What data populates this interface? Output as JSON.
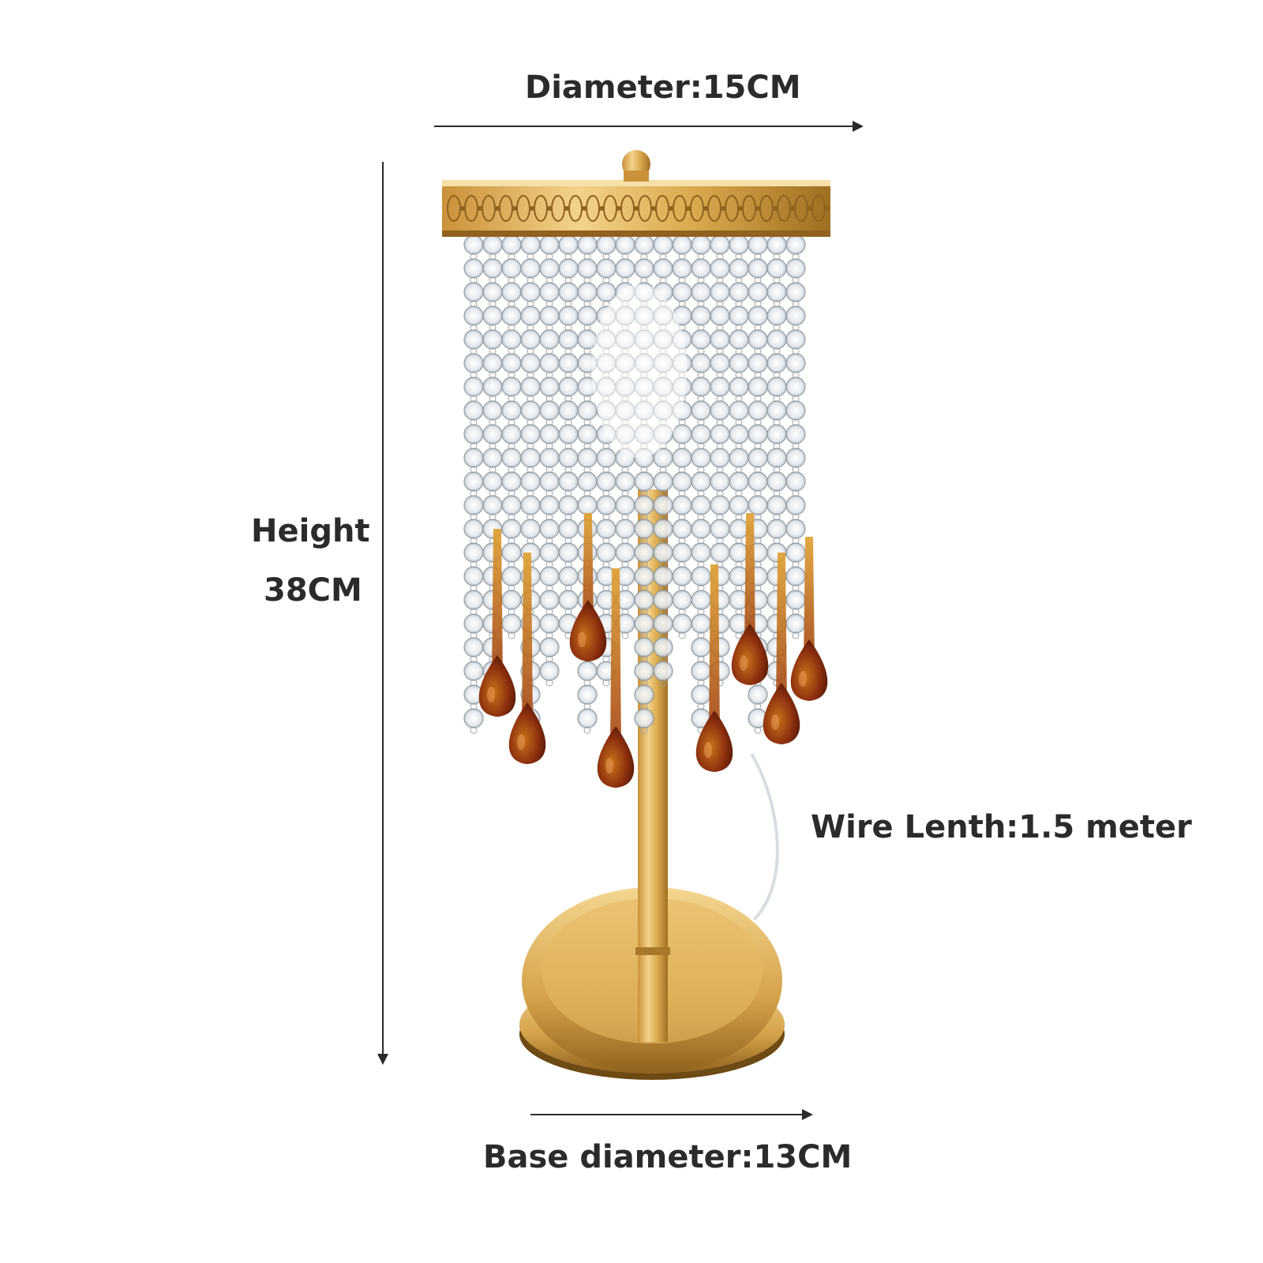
{
  "dimensions": {
    "diameter": "Diameter:15CM",
    "height_word": "Height",
    "height_value": "38CM",
    "wire": "Wire Lenth:1.5 meter",
    "base": "Base diameter:13CM"
  },
  "colors": {
    "text": "#2b2b2b",
    "gold": "#d9a94e",
    "gold_dark": "#a8782a",
    "crystal": "#dfe6ec",
    "amber": "#8a2e0e",
    "amber_light": "#c8741a"
  }
}
